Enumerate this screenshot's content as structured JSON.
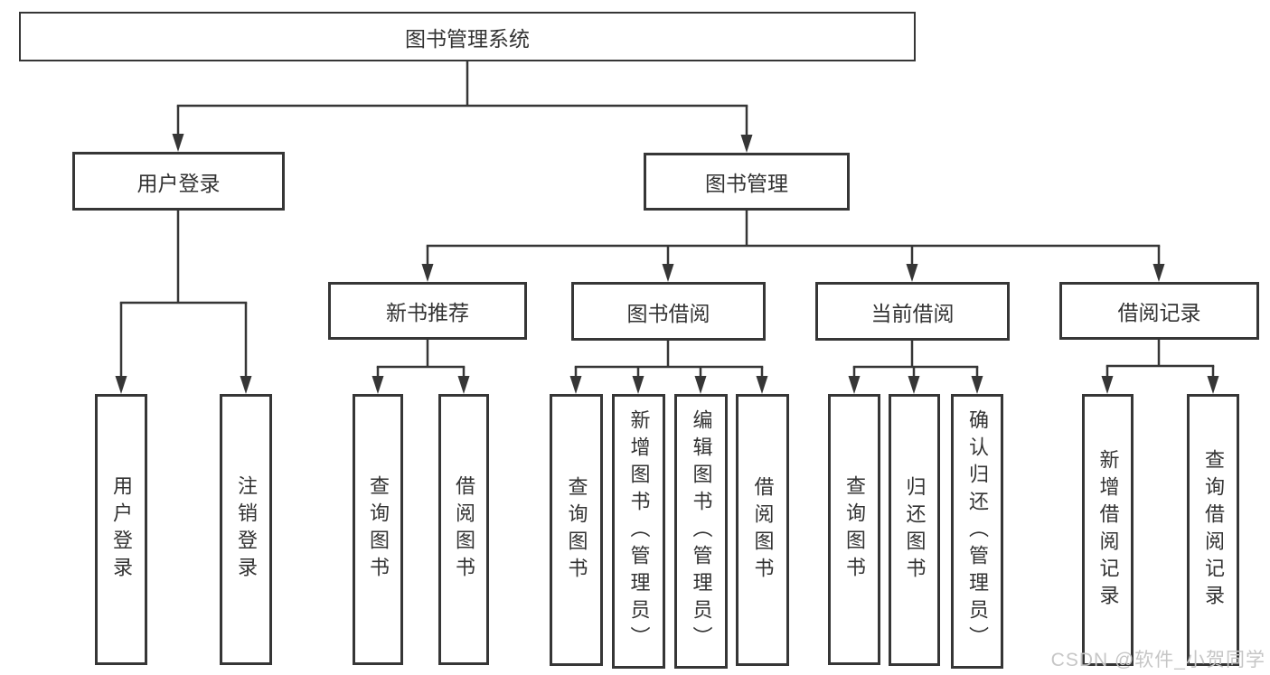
{
  "tree": {
    "root": {
      "label": "图书管理系统"
    },
    "branches": [
      {
        "label": "用户登录",
        "children": [
          {
            "label": "用户登录"
          },
          {
            "label": "注销登录"
          }
        ]
      },
      {
        "label": "图书管理",
        "groups": [
          {
            "label": "新书推荐",
            "children": [
              {
                "label": "查询图书"
              },
              {
                "label": "借阅图书"
              }
            ]
          },
          {
            "label": "图书借阅",
            "children": [
              {
                "label": "查询图书"
              },
              {
                "label": "新增图书（管理员）"
              },
              {
                "label": "编辑图书（管理员）"
              },
              {
                "label": "借阅图书"
              }
            ]
          },
          {
            "label": "当前借阅",
            "children": [
              {
                "label": "查询图书"
              },
              {
                "label": "归还图书"
              },
              {
                "label": "确认归还（管理员）"
              }
            ]
          },
          {
            "label": "借阅记录",
            "children": [
              {
                "label": "新增借阅记录"
              },
              {
                "label": "查询借阅记录"
              }
            ]
          }
        ]
      }
    ]
  },
  "watermark": {
    "text": "CSDN @软件_小贺同学"
  },
  "colors": {
    "line": "#363636",
    "box_border": "#363636",
    "text": "#333333",
    "watermark": "#c6c6c6",
    "background": "#ffffff"
  }
}
